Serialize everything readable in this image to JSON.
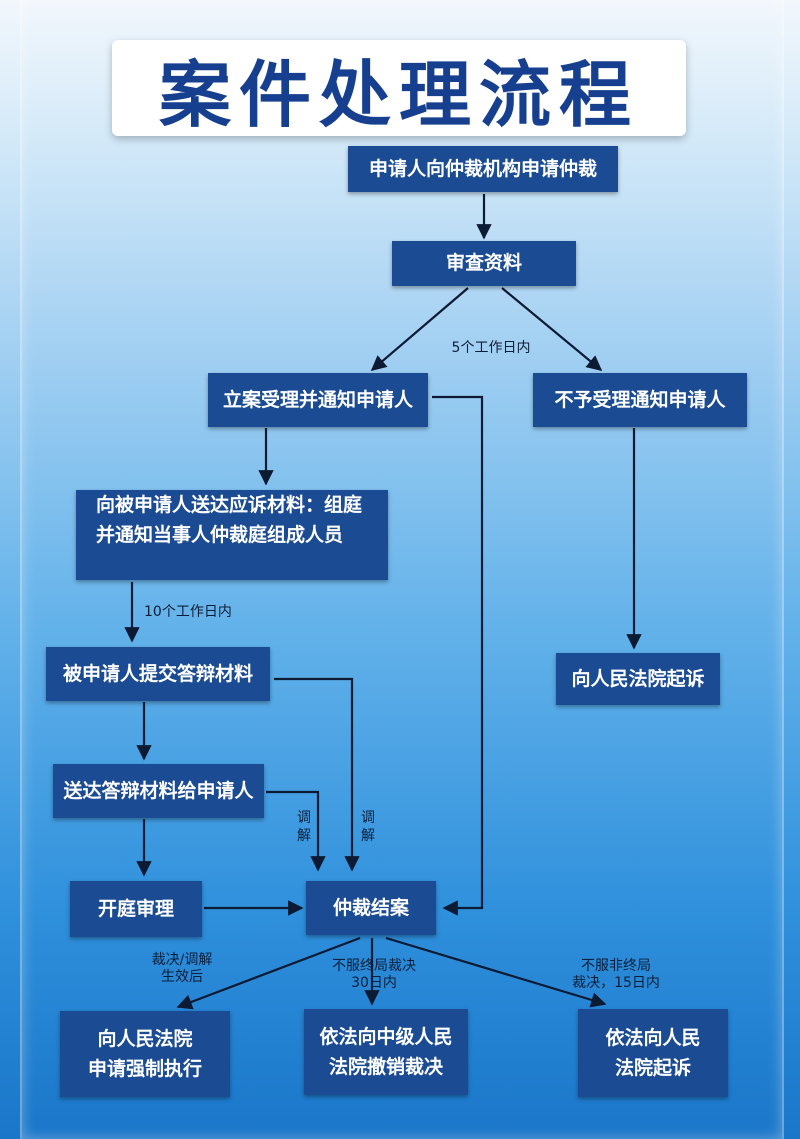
{
  "title": "案件处理流程",
  "nodes": {
    "apply": "申请人向仲裁机构申请仲裁",
    "review": "审查资料",
    "accept": "立案受理并通知申请人",
    "reject": "不予受理通知申请人",
    "serve_materials_line1": "向被申请人送达应诉材料：组庭",
    "serve_materials_line2": "并通知当事人仲裁庭组成人员",
    "submit_defense": "被申请人提交答辩材料",
    "deliver_defense": "送达答辩材料给申请人",
    "hearing": "开庭审理",
    "close_case": "仲裁结案",
    "sue_court": "向人民法院起诉",
    "enforce_line1": "向人民法院",
    "enforce_line2": "申请强制执行",
    "revoke_line1": "依法向中级人民",
    "revoke_line2": "法院撤销裁决",
    "lawsuit_line1": "依法向人民",
    "lawsuit_line2": "法院起诉"
  },
  "labels": {
    "five_days": "5个工作日内",
    "ten_days": "10个工作日内",
    "mediation": "调解",
    "effective_line1": "裁决/调解",
    "effective_line2": "生效后",
    "final_line1": "不服终局裁决",
    "final_line2": "30日内",
    "nonfinal_line1": "不服非终局",
    "nonfinal_line2": "裁决，15日内"
  },
  "colors": {
    "box": "#1b4b93",
    "title_text": "#16408f",
    "arrow": "#0d1a33"
  }
}
